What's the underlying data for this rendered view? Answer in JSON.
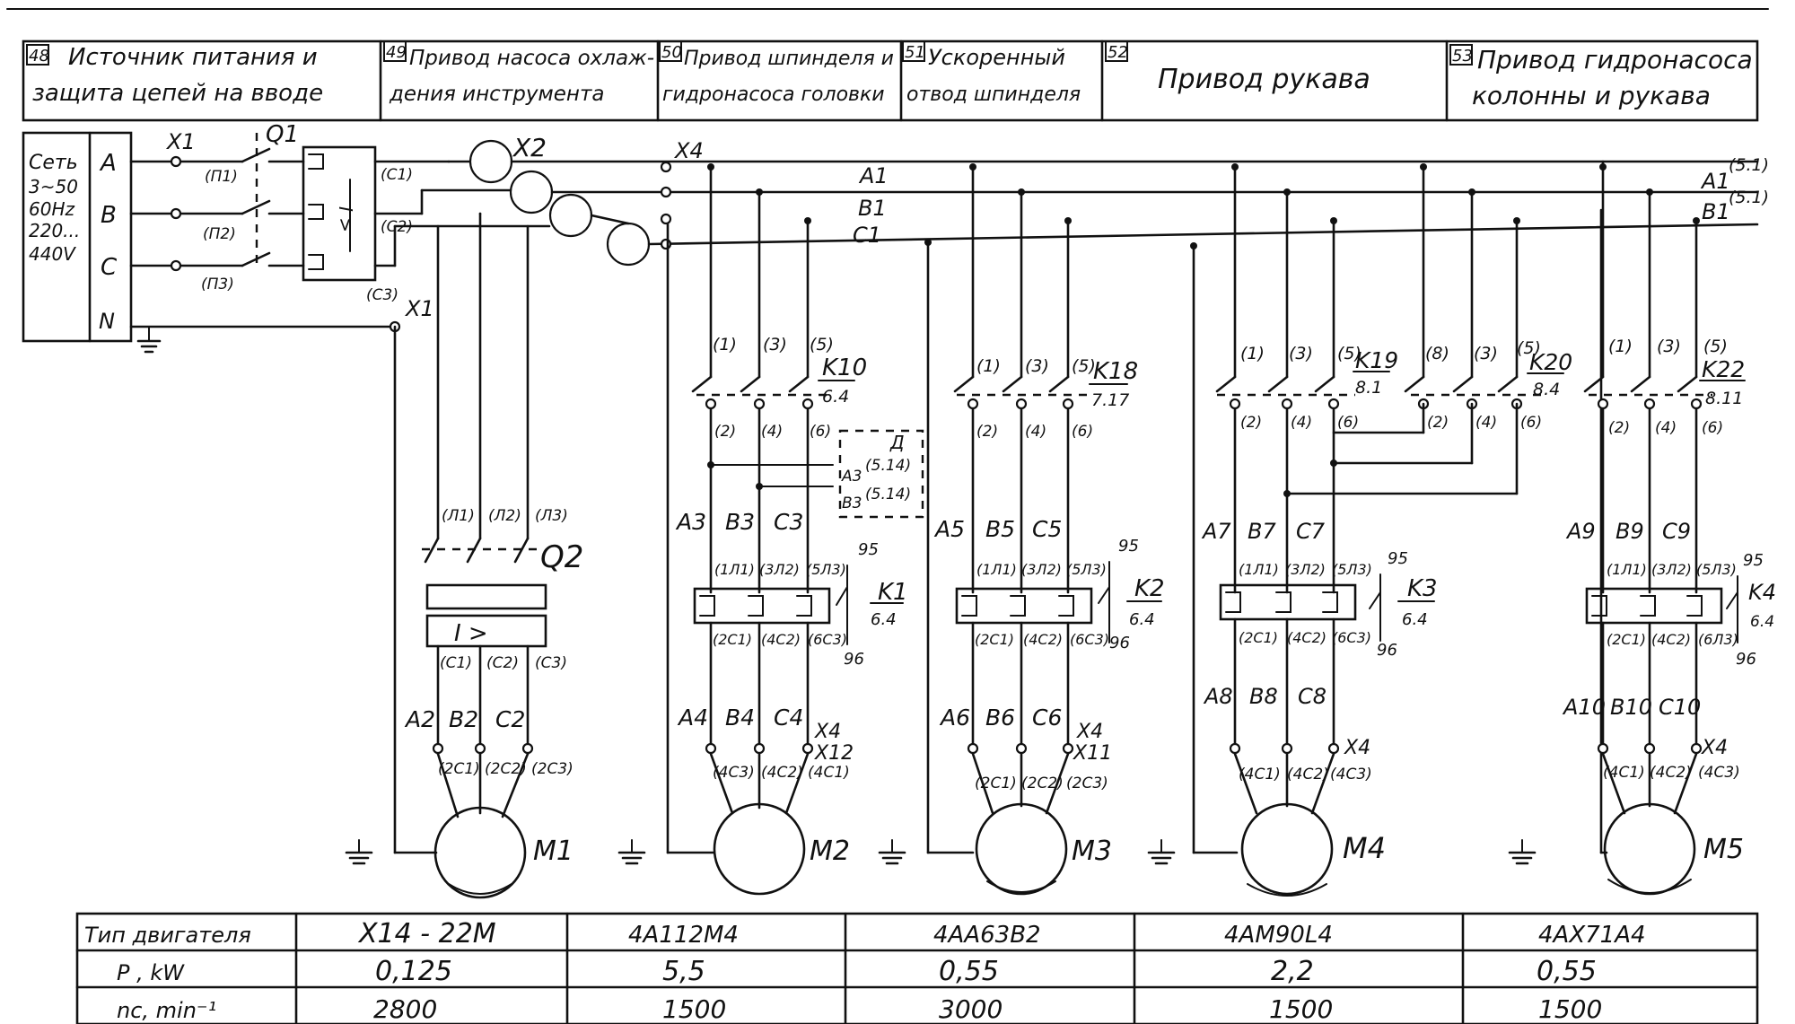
{
  "header": {
    "sections": [
      {
        "num": "48",
        "lines": [
          "Источник питания и",
          "защита цепей на вводе"
        ]
      },
      {
        "num": "49",
        "lines": [
          "Привод насоса охлаж-",
          "дения инструмента"
        ]
      },
      {
        "num": "50",
        "lines": [
          "Привод шпинделя и",
          "гидронасоса головки"
        ]
      },
      {
        "num": "51",
        "lines": [
          "Ускоренный",
          "отвод шпинделя"
        ]
      },
      {
        "num": "52",
        "lines": [
          "Привод рукава"
        ]
      },
      {
        "num": "53",
        "lines": [
          "Привод гидронасоса",
          "колонны и рукава"
        ]
      }
    ]
  },
  "supply": {
    "box_lines": [
      "Сеть",
      "3~50",
      "60Hz",
      "220...",
      "440V"
    ],
    "phases": [
      "A",
      "B",
      "C",
      "N"
    ],
    "terminal_x1": "X1",
    "terminal_x1_n": "X1",
    "breaker": "Q1",
    "breaker_pins_in": [
      "(П1)",
      "(П2)",
      "(П3)"
    ],
    "breaker_pins_out": [
      "(С1)",
      "(С2)",
      "(С3)"
    ],
    "fuse_terminal": "X2",
    "bus_terminal": "X4"
  },
  "bus": {
    "labels": [
      "A1",
      "B1",
      "C1"
    ],
    "right_labels": [
      "A1",
      "B1"
    ],
    "right_refs": [
      "(5.1)",
      "(5.1)"
    ]
  },
  "drives": [
    {
      "motor": "M1",
      "breaker": "Q2",
      "pins_in": [
        "(Л1)",
        "(Л2)",
        "(Л3)"
      ],
      "pins_out": [
        "(С1)",
        "(С2)",
        "(С3)"
      ],
      "wires": [
        "A2",
        "B2",
        "C2"
      ],
      "motor_pins": [
        "(2С1)",
        "(2С2)",
        "(2С3)"
      ],
      "overload": "I >"
    },
    {
      "motor": "M2",
      "contactor": "K10",
      "contactor_ref": "6.4",
      "top_pins": [
        "(1)",
        "(3)",
        "(5)"
      ],
      "mid_pins": [
        "(2)",
        "(4)",
        "(6)"
      ],
      "wires_mid": [
        "A3",
        "B3",
        "C3"
      ],
      "relay": "K1",
      "relay_ref": "6.4",
      "relay_pins": [
        "95",
        "96"
      ],
      "relay_in": [
        "(1Л1)",
        "(3Л2)",
        "(5Л3)"
      ],
      "relay_out": [
        "(2С1)",
        "(4С2)",
        "(6С3)"
      ],
      "wires_low": [
        "A4",
        "B4",
        "C4"
      ],
      "terminals": [
        "X4",
        "X12"
      ],
      "motor_pins": [
        "(4С3)",
        "(4С2)",
        "(4С1)"
      ],
      "aux": {
        "label": "Д",
        "taps": [
          "А3",
          "В3"
        ],
        "refs": [
          "(5.14)",
          "(5.14)"
        ]
      }
    },
    {
      "motor": "M3",
      "contactor": "K18",
      "contactor_ref": "7.17",
      "top_pins": [
        "(1)",
        "(3)",
        "(5)"
      ],
      "mid_pins": [
        "(2)",
        "(4)",
        "(6)"
      ],
      "wires_mid": [
        "A5",
        "B5",
        "C5"
      ],
      "relay": "K2",
      "relay_ref": "6.4",
      "relay_pins": [
        "95",
        "96"
      ],
      "relay_in": [
        "(1Л1)",
        "(3Л2)",
        "(5Л3)"
      ],
      "relay_out": [
        "(2С1)",
        "(4С2)",
        "(6С3)"
      ],
      "wires_low": [
        "A6",
        "B6",
        "C6"
      ],
      "terminals": [
        "X4",
        "X11"
      ],
      "motor_pins": [
        "(2С1)",
        "(2С2)",
        "(2С3)"
      ]
    },
    {
      "motor": "M4",
      "contactor": "K19",
      "contactor_ref": "8.1",
      "contactor2": "K20",
      "contactor2_ref": "8.4",
      "top_pins": [
        "(1)",
        "(3)",
        "(5)"
      ],
      "top_pins2": [
        "(8)",
        "(3)",
        "(5)"
      ],
      "mid_pins": [
        "(2)",
        "(4)",
        "(6)"
      ],
      "mid_pins2": [
        "(2)",
        "(4)",
        "(6)"
      ],
      "wires_mid": [
        "A7",
        "B7",
        "C7"
      ],
      "relay": "K3",
      "relay_ref": "6.4",
      "relay_pins": [
        "95",
        "96"
      ],
      "relay_in": [
        "(1Л1)",
        "(3Л2)",
        "(5Л3)"
      ],
      "relay_out": [
        "(2С1)",
        "(4С2)",
        "(6С3)"
      ],
      "wires_low": [
        "A8",
        "B8",
        "C8"
      ],
      "terminals": [
        "X4"
      ],
      "motor_pins": [
        "(4С1)",
        "(4С2)",
        "(4С3)"
      ]
    },
    {
      "motor": "M5",
      "contactor": "K22",
      "contactor_ref": "8.11",
      "top_pins": [
        "(1)",
        "(3)",
        "(5)"
      ],
      "mid_pins": [
        "(2)",
        "(4)",
        "(6)"
      ],
      "wires_mid": [
        "A9",
        "B9",
        "C9"
      ],
      "relay": "K4",
      "relay_ref": "6.4",
      "relay_pins": [
        "95",
        "96"
      ],
      "relay_in": [
        "(1Л1)",
        "(3Л2)",
        "(5Л3)"
      ],
      "relay_out": [
        "(2С1)",
        "(4С2)",
        "(6Л3)"
      ],
      "wires_low": [
        "A10",
        "B10",
        "C10"
      ],
      "terminals": [
        "X4"
      ],
      "motor_pins": [
        "(4С1)",
        "(4С2)",
        "(4С3)"
      ]
    }
  ],
  "table": {
    "rows": [
      {
        "label": "Тип двигателя",
        "values": [
          "X14 - 22M",
          "4A112M4",
          "4AA63B2",
          "4AM90L4",
          "4AX71A4"
        ]
      },
      {
        "label": "P , kW",
        "values": [
          "0,125",
          "5,5",
          "0,55",
          "2,2",
          "0,55"
        ]
      },
      {
        "label": "nс, min⁻¹",
        "values": [
          "2800",
          "1500",
          "3000",
          "1500",
          "1500"
        ]
      }
    ]
  }
}
